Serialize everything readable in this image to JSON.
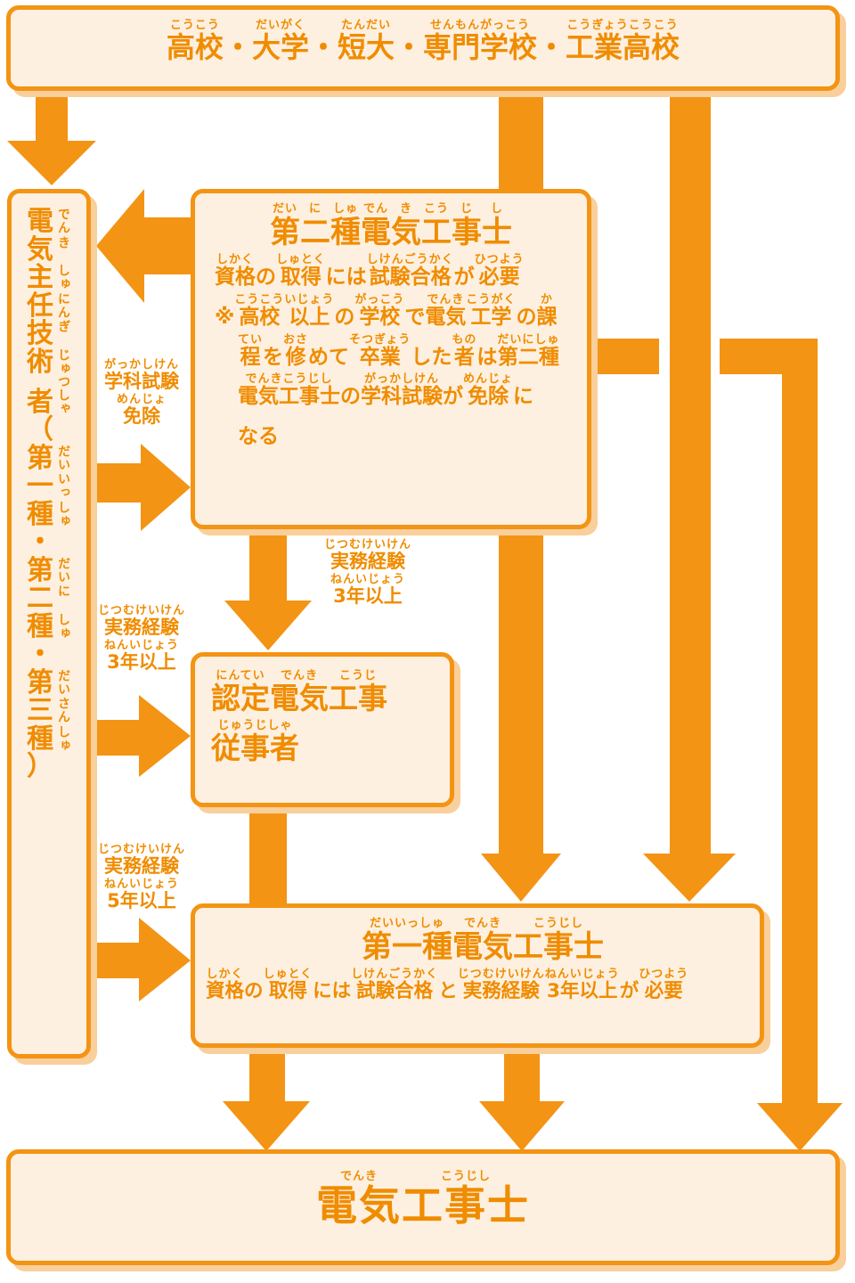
{
  "top_box": {
    "items": [
      {
        "text": "高校",
        "ruby": "こうこう"
      },
      {
        "text": "・",
        "ruby": ""
      },
      {
        "text": "大学",
        "ruby": "だいがく"
      },
      {
        "text": "・",
        "ruby": ""
      },
      {
        "text": "短大",
        "ruby": "たんだい"
      },
      {
        "text": "・",
        "ruby": ""
      },
      {
        "text": "専門学校",
        "ruby": "せんもんがっこう"
      },
      {
        "text": "・",
        "ruby": ""
      },
      {
        "text": "工業高校",
        "ruby": "こうぎょうこうこう"
      }
    ]
  },
  "chief_engineer": {
    "rows": [
      {
        "kanji": "電",
        "furigana": "でん"
      },
      {
        "kanji": "気",
        "furigana": "き"
      },
      {
        "kanji": "主",
        "furigana": "しゅ"
      },
      {
        "kanji": "任",
        "furigana": "にん"
      },
      {
        "kanji": "技",
        "furigana": "ぎ"
      },
      {
        "kanji": "術",
        "furigana": "じゅつ"
      },
      {
        "kanji": "者",
        "furigana": "しゃ"
      },
      {
        "kanji": "（",
        "furigana": ""
      },
      {
        "kanji": "第",
        "furigana": "だい"
      },
      {
        "kanji": "一",
        "furigana": "いっ"
      },
      {
        "kanji": "種",
        "furigana": "しゅ"
      },
      {
        "kanji": "・",
        "furigana": ""
      },
      {
        "kanji": "第",
        "furigana": "だい"
      },
      {
        "kanji": "二",
        "furigana": "に"
      },
      {
        "kanji": "種",
        "furigana": "しゅ"
      },
      {
        "kanji": "・",
        "furigana": ""
      },
      {
        "kanji": "第",
        "furigana": "だい"
      },
      {
        "kanji": "三",
        "furigana": "さん"
      },
      {
        "kanji": "種",
        "furigana": "しゅ"
      },
      {
        "kanji": "）",
        "furigana": ""
      }
    ]
  },
  "second_class": {
    "title": [
      {
        "text": "第",
        "ruby": "だい"
      },
      {
        "text": "二",
        "ruby": "に"
      },
      {
        "text": "種",
        "ruby": "しゅ"
      },
      {
        "text": "電",
        "ruby": "でん"
      },
      {
        "text": "気",
        "ruby": "き"
      },
      {
        "text": "工",
        "ruby": "こう"
      },
      {
        "text": "事",
        "ruby": "じ"
      },
      {
        "text": "士",
        "ruby": "し"
      }
    ],
    "lines": [
      [
        {
          "text": "資格",
          "ruby": "しかく"
        },
        {
          "text": "の",
          "ruby": ""
        },
        {
          "text": "取得",
          "ruby": "しゅとく"
        },
        {
          "text": "には",
          "ruby": ""
        },
        {
          "text": "試験合格",
          "ruby": "しけんごうかく"
        },
        {
          "text": "が",
          "ruby": ""
        },
        {
          "text": "必要",
          "ruby": "ひつよう"
        }
      ],
      [
        {
          "text": "※",
          "ruby": ""
        },
        {
          "text": "高校",
          "ruby": "こうこう"
        },
        {
          "text": "以上",
          "ruby": "いじょう"
        },
        {
          "text": "の",
          "ruby": ""
        },
        {
          "text": "学校",
          "ruby": "がっこう"
        },
        {
          "text": "で",
          "ruby": ""
        },
        {
          "text": "電気",
          "ruby": "でんき"
        },
        {
          "text": "工学",
          "ruby": "こうがく"
        },
        {
          "text": "の",
          "ruby": ""
        },
        {
          "text": "課",
          "ruby": "か"
        }
      ],
      [
        {
          "text": "程",
          "ruby": "てい"
        },
        {
          "text": "を",
          "ruby": ""
        },
        {
          "text": "修",
          "ruby": "おさ"
        },
        {
          "text": "めて",
          "ruby": ""
        },
        {
          "text": "卒業",
          "ruby": "そつぎょう"
        },
        {
          "text": "した",
          "ruby": ""
        },
        {
          "text": "者",
          "ruby": "もの"
        },
        {
          "text": "は",
          "ruby": ""
        },
        {
          "text": "第二種",
          "ruby": "だいにしゅ"
        }
      ],
      [
        {
          "text": "電気工事士",
          "ruby": "でんきこうじし"
        },
        {
          "text": "の",
          "ruby": ""
        },
        {
          "text": "学科試験",
          "ruby": "がっかしけん"
        },
        {
          "text": "が",
          "ruby": ""
        },
        {
          "text": "免除",
          "ruby": "めんじょ"
        },
        {
          "text": "に",
          "ruby": ""
        }
      ],
      [
        {
          "text": "なる",
          "ruby": ""
        }
      ]
    ]
  },
  "certified_worker": {
    "line1": [
      {
        "text": "認定",
        "ruby": "にんてい"
      },
      {
        "text": "電気",
        "ruby": "でんき"
      },
      {
        "text": "工事",
        "ruby": "こうじ"
      }
    ],
    "line2": [
      {
        "text": "従事者",
        "ruby": "じゅうじしゃ"
      }
    ]
  },
  "first_class": {
    "title": [
      {
        "text": "第一種",
        "ruby": "だいいっしゅ"
      },
      {
        "text": "電気",
        "ruby": "でんき"
      },
      {
        "text": "工事士",
        "ruby": "こうじし"
      }
    ],
    "line": [
      {
        "text": "資格",
        "ruby": "しかく"
      },
      {
        "text": "の",
        "ruby": ""
      },
      {
        "text": "取得",
        "ruby": "しゅとく"
      },
      {
        "text": "には",
        "ruby": ""
      },
      {
        "text": "試験合格",
        "ruby": "しけんごうかく"
      },
      {
        "text": "と",
        "ruby": ""
      },
      {
        "text": "実務経験",
        "ruby": "じつむけいけん"
      },
      {
        "text": "3年以上",
        "ruby": "ねんいじょう"
      },
      {
        "text": "が",
        "ruby": ""
      },
      {
        "text": "必要",
        "ruby": "ひつよう"
      }
    ]
  },
  "bottom_box": {
    "title": [
      {
        "text": "電気",
        "ruby": "でんき"
      },
      {
        "text": "工事士",
        "ruby": "こうじし"
      }
    ]
  },
  "labels": {
    "exam_exemption": [
      [
        {
          "text": "学科試験",
          "ruby": "がっかしけん"
        }
      ],
      [
        {
          "text": "免除",
          "ruby": "めんじょ"
        }
      ]
    ],
    "exp3_center": [
      [
        {
          "text": "実務経験",
          "ruby": "じつむけいけん"
        }
      ],
      [
        {
          "text": "3年以上",
          "ruby": "ねんいじょう"
        }
      ]
    ],
    "exp3_left": [
      [
        {
          "text": "実務経験",
          "ruby": "じつむけいけん"
        }
      ],
      [
        {
          "text": "3年以上",
          "ruby": "ねんいじょう"
        }
      ]
    ],
    "exp5_left": [
      [
        {
          "text": "実務経験",
          "ruby": "じつむけいけん"
        }
      ],
      [
        {
          "text": "5年以上",
          "ruby": "ねんいじょう"
        }
      ]
    ]
  },
  "colors": {
    "arrow": "#f39414",
    "box_fill": "#fdf0e0",
    "box_border": "#f39414",
    "shadow": "#f9cf9c",
    "text": "#f08c00"
  }
}
